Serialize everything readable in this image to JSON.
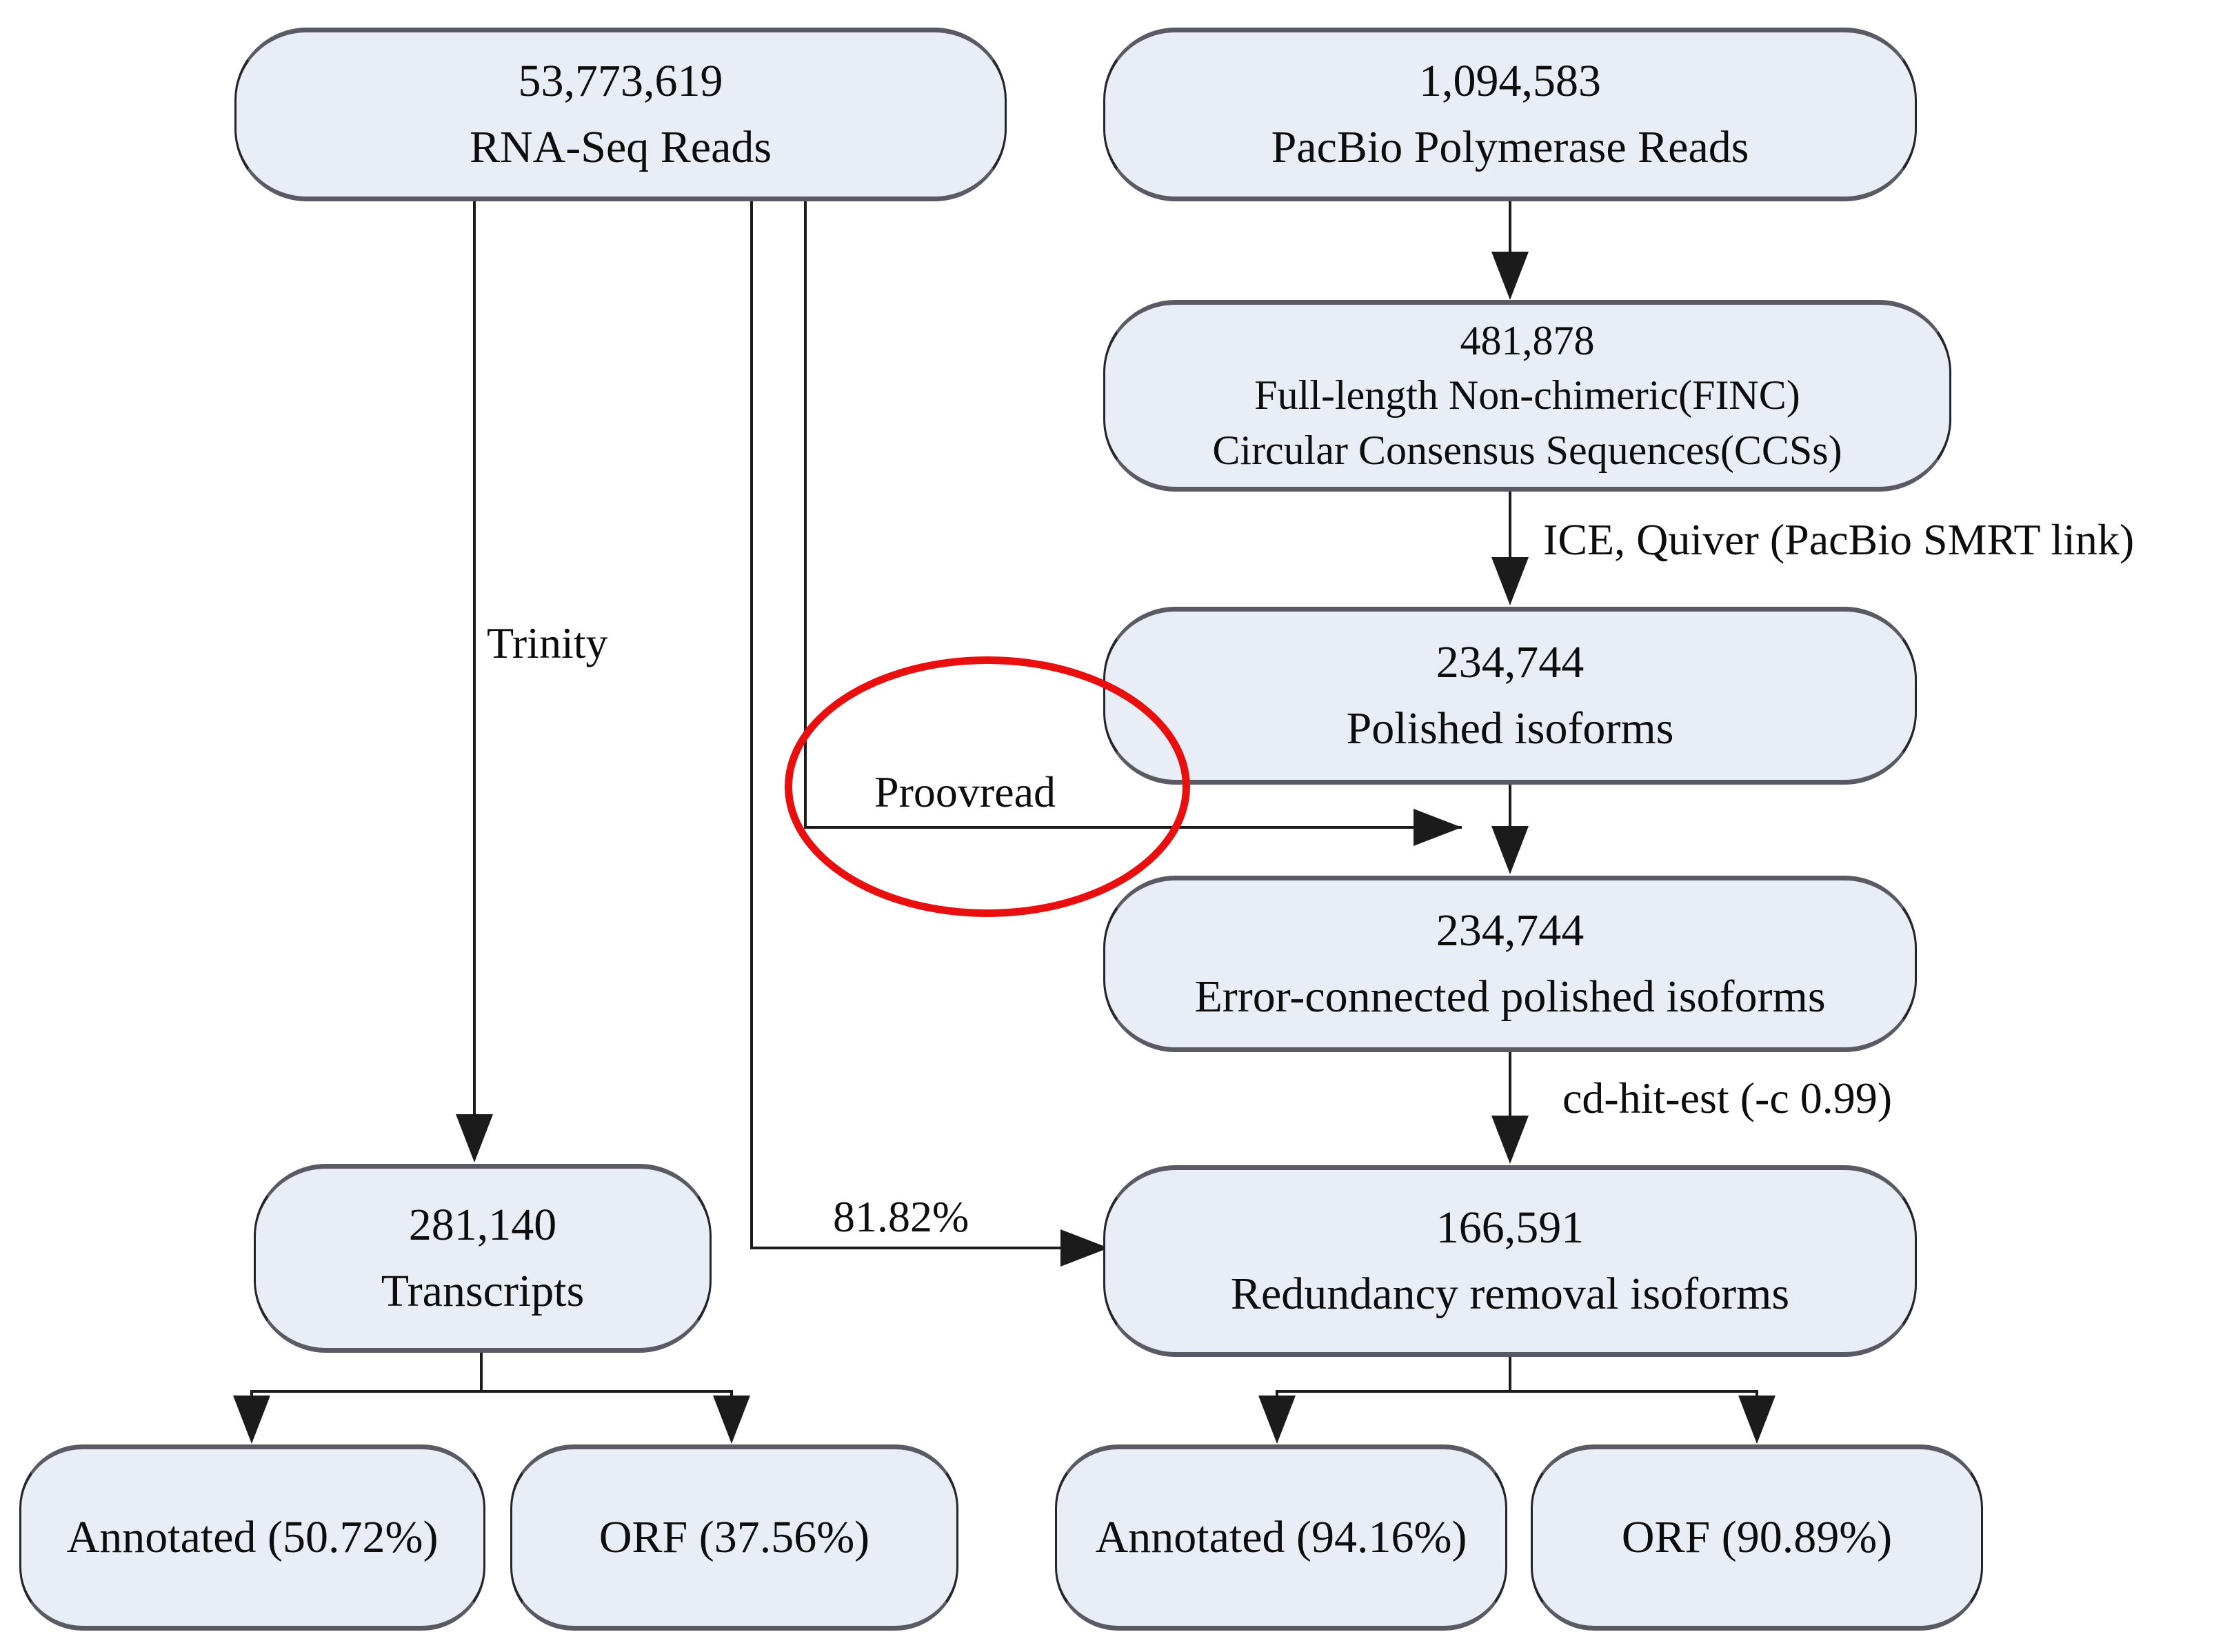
{
  "diagram": {
    "colors": {
      "node_fill": "#e9edf6",
      "node_border": "#25252d",
      "node_edge_shade": "#5a5a64",
      "connector": "#1b1b1b",
      "text": "#0d0d0d",
      "highlight": "#e90f0f",
      "background": "#ffffff"
    },
    "nodes": {
      "rnaseq": {
        "value": "53,773,619",
        "label": "RNA-Seq Reads"
      },
      "pacbio": {
        "value": "1,094,583",
        "label": "PacBio Polymerase Reads"
      },
      "flnc": {
        "value": "481,878",
        "label_line1": "Full-length Non-chimeric(FINC)",
        "label_line2": "Circular Consensus Sequences(CCSs)"
      },
      "polished": {
        "value": "234,744",
        "label": "Polished isoforms"
      },
      "error_connected": {
        "value": "234,744",
        "label": "Error-connected polished isoforms"
      },
      "redundancy": {
        "value": "166,591",
        "label": "Redundancy removal isoforms"
      },
      "transcripts": {
        "value": "281,140",
        "label": "Transcripts"
      },
      "annotated_rnaseq": {
        "label": "Annotated (50.72%)"
      },
      "orf_rnaseq": {
        "label": "ORF (37.56%)"
      },
      "annotated_pacbio": {
        "label": "Annotated (94.16%)"
      },
      "orf_pacbio": {
        "label": "ORF (90.89%)"
      }
    },
    "edge_labels": {
      "trinity": "Trinity",
      "proovread": "Proovread",
      "ice_quiver": "ICE, Quiver (PacBio SMRT link)",
      "cd_hit_est": "cd-hit-est (-c 0.99)",
      "percent_mapped": "81.82%"
    }
  }
}
